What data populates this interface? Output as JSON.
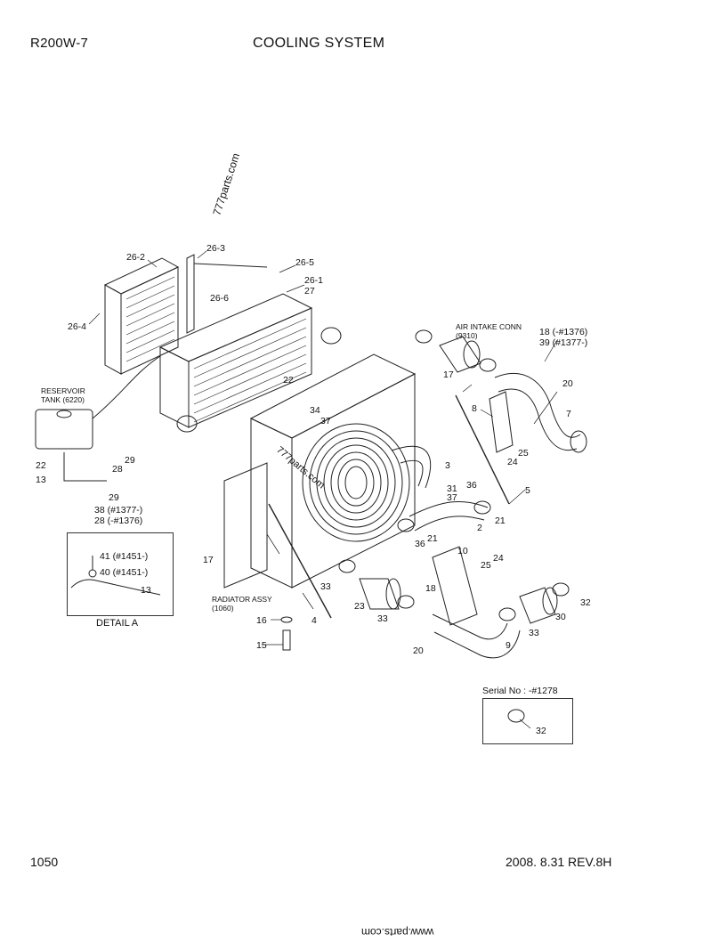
{
  "header": {
    "model": "R200W-7",
    "title": "COOLING SYSTEM"
  },
  "footer": {
    "page_number": "1050",
    "revision": "2008. 8.31  REV.8H"
  },
  "watermark": {
    "text_a": "777parts.com",
    "text_b": "777parts.com",
    "text_c": "www.parts.com"
  },
  "serial": {
    "label": "Serial No : -#1278",
    "part": "32"
  },
  "detail": {
    "label": "DETAIL A",
    "c41": "41 (#1451-)",
    "c40": "40 (#1451-)",
    "c13": "13"
  },
  "assemblies": {
    "reservoir_l1": "RESERVOIR",
    "reservoir_l2": "TANK (6220)",
    "air_intake_l1": "AIR INTAKE CONN",
    "air_intake_l2": "(9310)",
    "radiator_l1": "RADIATOR ASSY",
    "radiator_l2": "(1060)"
  },
  "callouts": {
    "c26_2": "26-2",
    "c26_3": "26-3",
    "c26_5": "26-5",
    "c26_1": "26-1",
    "c27": "27",
    "c26_6": "26-6",
    "c26_4": "26-4",
    "c22a": "22",
    "c34": "34",
    "c37a": "37",
    "c18": "18 (-#1376)",
    "c39": "39 (#1377-)",
    "c20a": "20",
    "c17a": "17",
    "c8": "8",
    "c7": "7",
    "c25a": "25",
    "c24a": "24",
    "c3": "3",
    "c31": "31",
    "c37b": "37",
    "c36a": "36",
    "c5": "5",
    "c21a": "21",
    "c2": "2",
    "c36b": "36",
    "c21b": "21",
    "c22b": "22",
    "c13": "13",
    "c28a": "28",
    "c29a": "29",
    "c29b": "29",
    "c38": "38 (#1377-)",
    "c28b": "28 (-#1376)",
    "c17b": "17",
    "c33a": "33",
    "c18b": "18",
    "c10": "10",
    "c25b": "25",
    "c24b": "24",
    "c32": "32",
    "c23": "23",
    "c33b": "33",
    "c30": "30",
    "c33c": "33",
    "c4": "4",
    "c16": "16",
    "c15": "15",
    "c20b": "20",
    "c9": "9"
  }
}
